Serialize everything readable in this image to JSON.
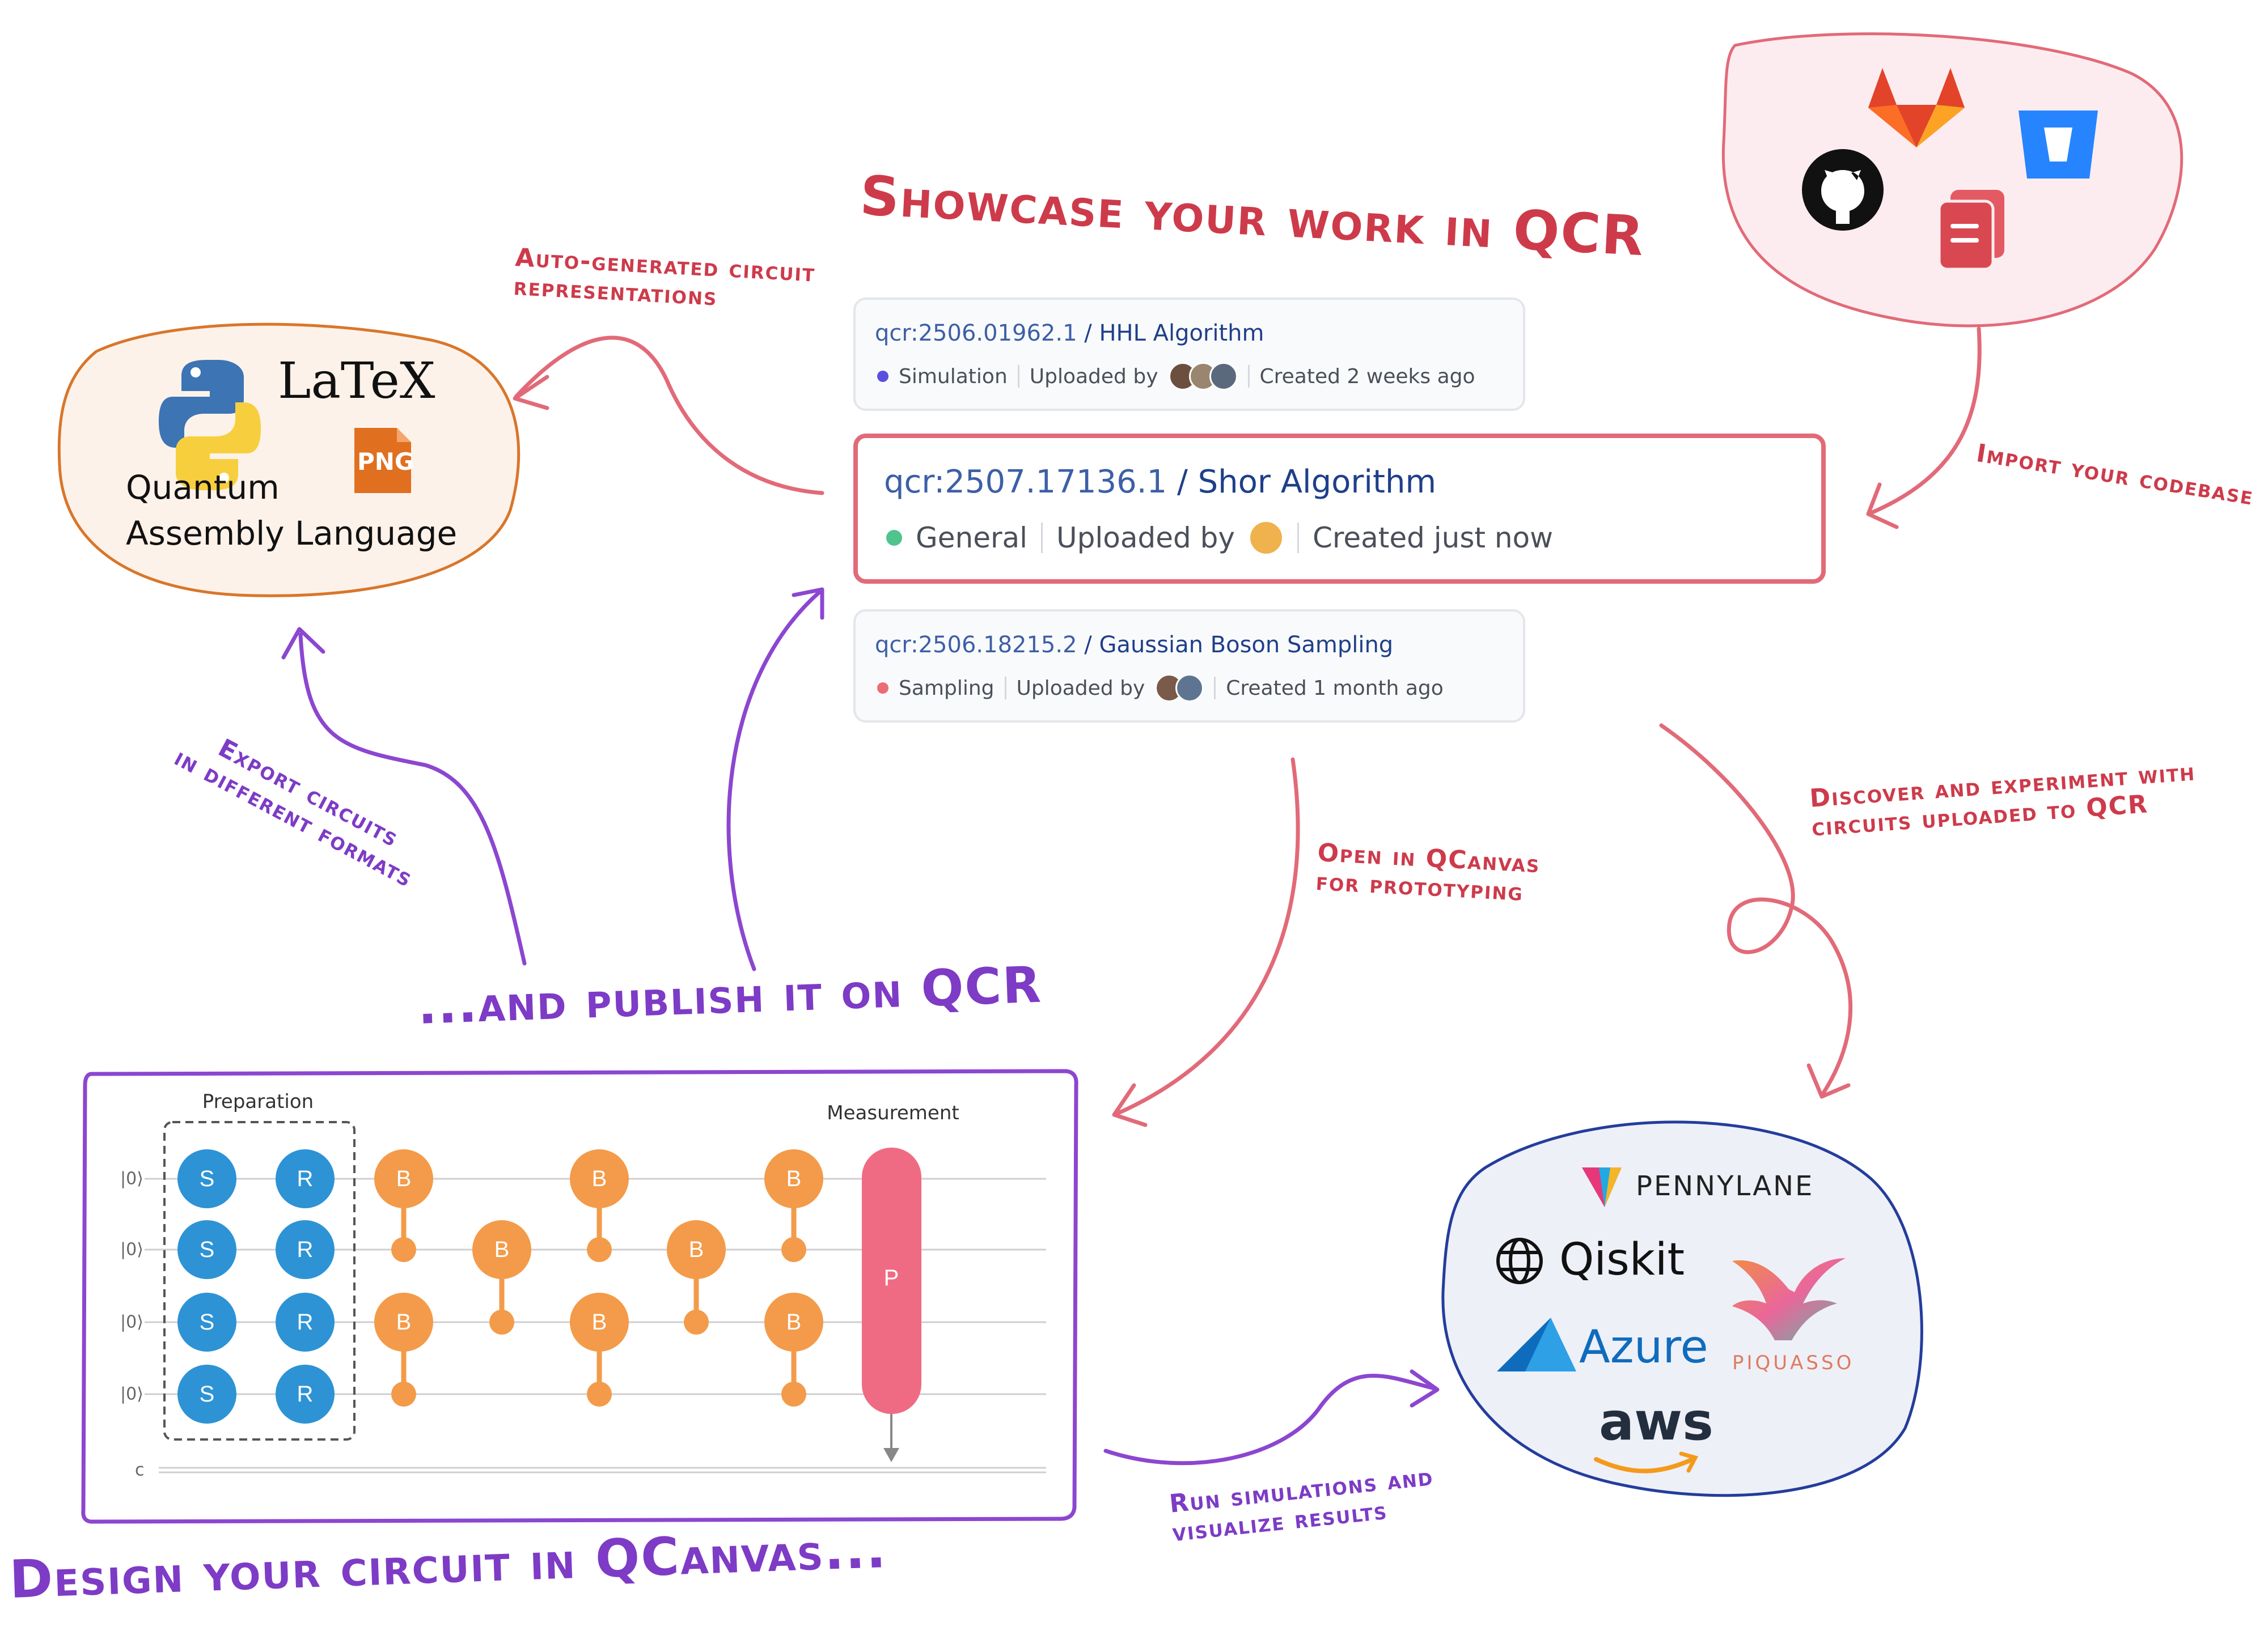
{
  "headings": {
    "showcase": "Showcase your work in QCR",
    "publish": "...and publish it on QCR",
    "design": "Design your circuit in QCanvas..."
  },
  "arrow_labels": {
    "auto_generated_line1": "Auto-generated circuit",
    "auto_generated_line2": "representations",
    "import": "Import your codebase",
    "export_line1": "Export circuits",
    "export_line2": "in different formats",
    "open_line1": "Open in QCanvas",
    "open_line2": "for prototyping",
    "discover_line1": "Discover and experiment with",
    "discover_line2": "circuits uploaded to QCR",
    "run_line1": "Run simulations and",
    "run_line2": "visualize results"
  },
  "formats": {
    "latex": "LaTeX",
    "png": "PNG",
    "qasm_line1": "Quantum",
    "qasm_line2": "Assembly Language",
    "icons": [
      "python-icon",
      "latex-logo",
      "png-file-icon"
    ]
  },
  "repos": {
    "icons": [
      "github-icon",
      "gitlab-icon",
      "bitbucket-icon",
      "documents-icon"
    ]
  },
  "cards": [
    {
      "id": "qcr:2506.01962.1",
      "title": "HHL Algorithm",
      "category": "Simulation",
      "dot_color": "#5b4fe0",
      "uploaded_by": "Uploaded by",
      "avatars": 3,
      "created": "Created 2 weeks ago",
      "highlighted": false
    },
    {
      "id": "qcr:2507.17136.1",
      "title": "Shor Algorithm",
      "category": "General",
      "dot_color": "#4fc48c",
      "uploaded_by": "Uploaded by",
      "avatars": 1,
      "created": "Created just now",
      "highlighted": true
    },
    {
      "id": "qcr:2506.18215.2",
      "title": "Gaussian Boson Sampling",
      "category": "Sampling",
      "dot_color": "#ef6b73",
      "uploaded_by": "Uploaded by",
      "avatars": 2,
      "created": "Created 1 month ago",
      "highlighted": false
    }
  ],
  "circuit": {
    "preparation_label": "Preparation",
    "measurement_label": "Measurement",
    "qubit_labels": [
      "|0⟩",
      "|0⟩",
      "|0⟩",
      "|0⟩"
    ],
    "classical_label": "c",
    "s_gate": "S",
    "r_gate": "R",
    "b_gate": "B",
    "p_gate": "P",
    "colors": {
      "s_r": "#2d93d5",
      "b": "#f39b4a",
      "p": "#ef6b84"
    }
  },
  "frameworks": {
    "pennylane": "PENNYLANE",
    "qiskit": "Qiskit",
    "azure": "Azure",
    "aws": "aws",
    "piquasso": "PIQUASSO"
  },
  "colors": {
    "red_accent": "#cd3b4b",
    "purple_accent": "#7d3bc6",
    "orange_blob": "#d9762a",
    "blue_blob": "#243d9c"
  }
}
